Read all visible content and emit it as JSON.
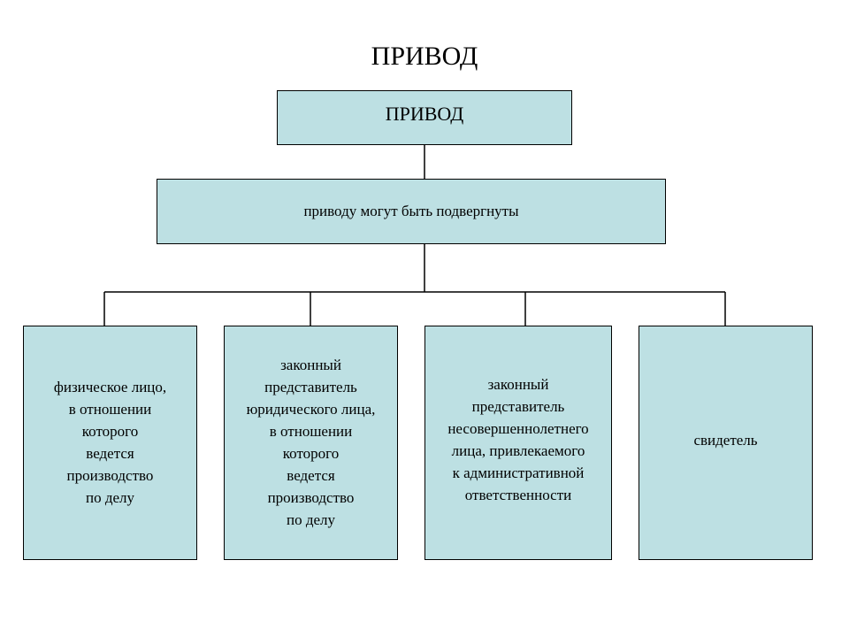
{
  "diagram": {
    "title": "ПРИВОД",
    "root": {
      "label": "ПРИВОД"
    },
    "subtitle_node": {
      "label": "приводу могут быть подвергнуты"
    },
    "leaves": [
      {
        "label": "физическое лицо,\nв отношении\nкоторого\nведется\nпроизводство\nпо делу"
      },
      {
        "label": "законный\nпредставитель\nюридического лица,\nв отношении\nкоторого\nведется\nпроизводство\nпо делу"
      },
      {
        "label": "законный\nпредставитель\nнесовершеннолетнего\nлица, привлекаемого\nк административной\nответственности"
      },
      {
        "label": "свидетель"
      }
    ],
    "colors": {
      "node_fill": "#bde0e3",
      "node_border": "#000000",
      "connector": "#000000"
    }
  }
}
